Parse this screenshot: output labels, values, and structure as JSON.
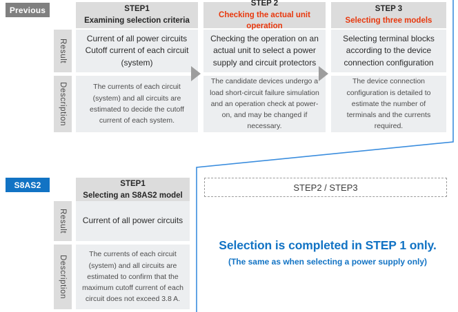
{
  "sections": {
    "previous": {
      "badge": "Previous",
      "row_labels": {
        "result": "Result",
        "description": "Description"
      },
      "steps": [
        {
          "title": "STEP1",
          "subtitle": "Examining selection criteria",
          "subtitle_highlight": false,
          "result": "Current of all power circuits Cutoff current of each circuit (system)",
          "description": "The currents of each circuit (system) and all circuits are estimated to decide the cutoff current of each system."
        },
        {
          "title": "STEP 2",
          "subtitle": "Checking the actual unit operation",
          "subtitle_highlight": true,
          "result": "Checking the operation on an actual unit to select a power supply and circuit protectors",
          "description": "The candidate devices undergo a load short-circuit failure simulation and an operation check at power-on, and may be changed if necessary."
        },
        {
          "title": "STEP 3",
          "subtitle": "Selecting three models",
          "subtitle_highlight": true,
          "result": "Selecting terminal blocks according to the device connection configuration",
          "description": "The device connection configuration is detailed to estimate the number of terminals and the currents required."
        }
      ]
    },
    "s8as2": {
      "badge": "S8AS2",
      "row_labels": {
        "result": "Result",
        "description": "Description"
      },
      "step": {
        "title": "STEP1",
        "subtitle": "Selecting an S8AS2 model",
        "result": "Current of all power circuits",
        "description": "The currents of each circuit (system) and all circuits are estimated to confirm that the maximum cutoff current of each circuit does not exceed 3.8 A."
      },
      "skipped_steps_label": "STEP2 / STEP3",
      "conclusion_main": "Selection is completed in STEP 1 only.",
      "conclusion_sub": "(The same as when selecting a power supply only)"
    }
  },
  "colors": {
    "previous_badge": "#808080",
    "s8as2_badge": "#1273c4",
    "accent_blue": "#1273c4",
    "highlight_red": "#e8380d",
    "header_gray": "#dcdcdc",
    "cell_gray": "#eceef0",
    "arrow_gray": "#9d9d9d"
  }
}
